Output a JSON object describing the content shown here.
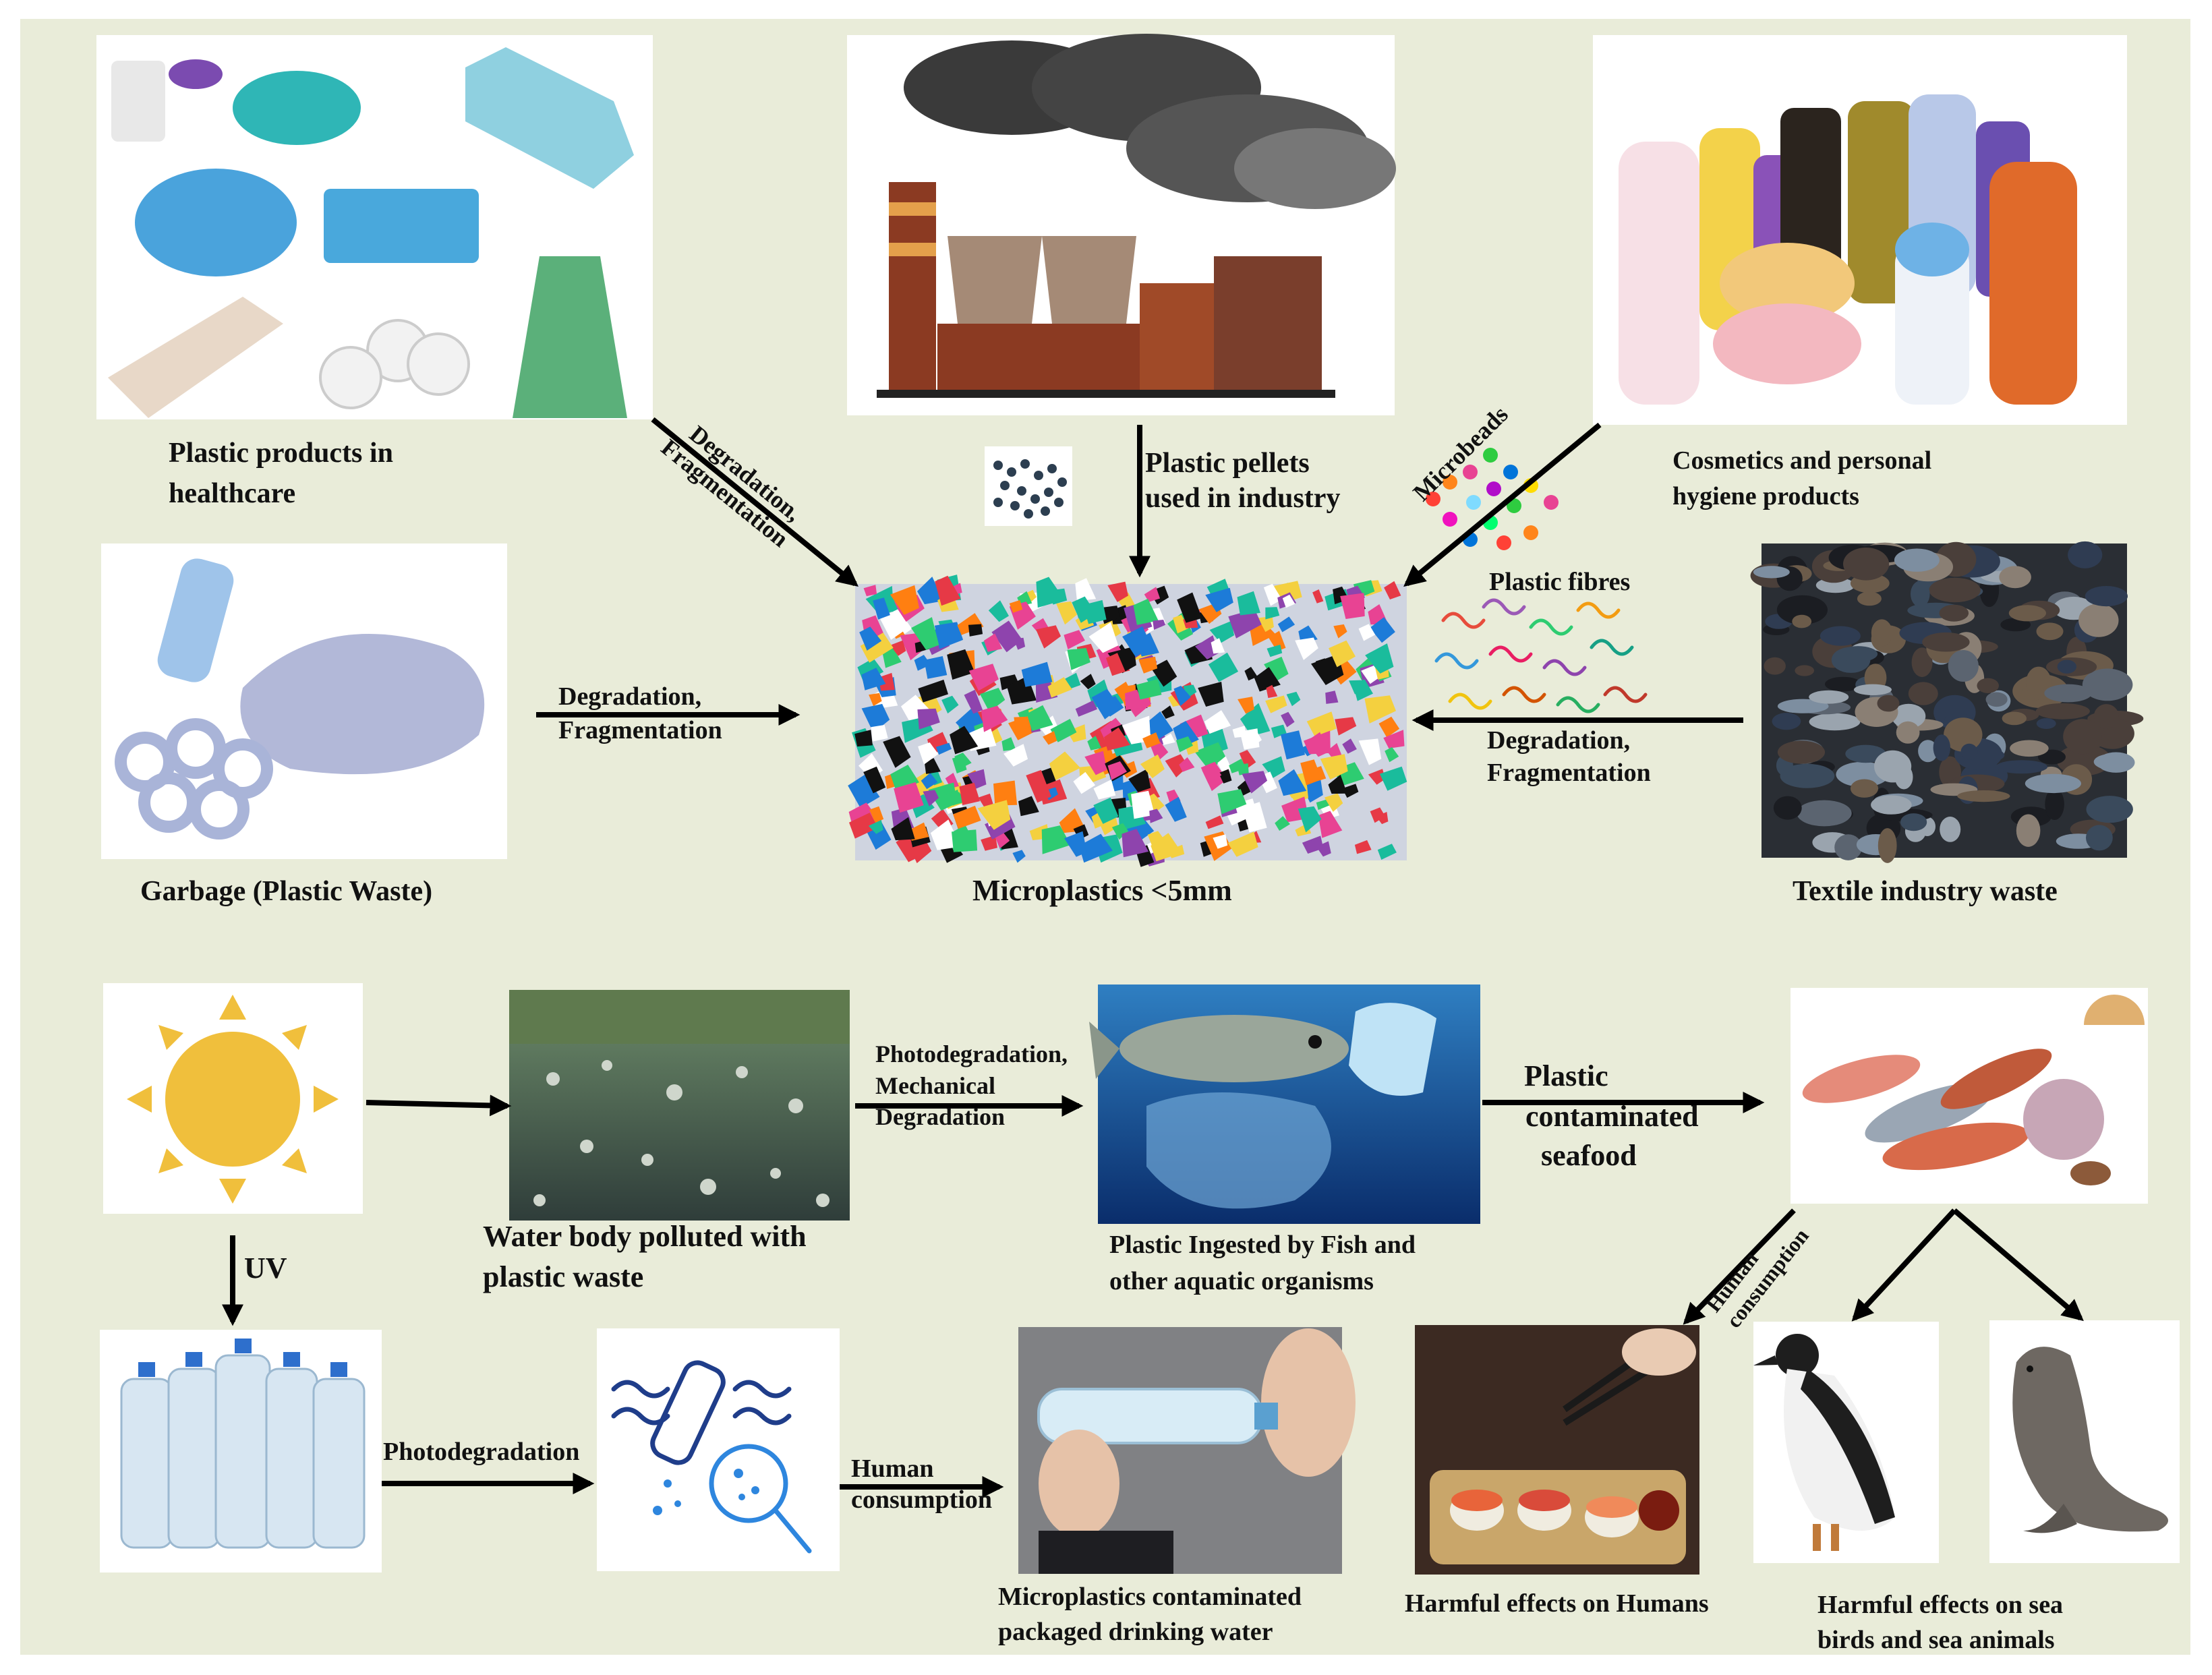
{
  "colors": {
    "background": "#e9ecd9",
    "arrow": "#000000",
    "text": "#111111",
    "sun": "#f0bf3c"
  },
  "nodes": {
    "healthcare": {
      "label_lines": [
        "Plastic products in",
        "healthcare"
      ],
      "icon": "healthcare-plastics-icon"
    },
    "industry": {
      "icon": "factory-icon"
    },
    "pellets": {
      "label_lines": [
        "Plastic pellets",
        "used in industry"
      ],
      "icon": "pellets-icon"
    },
    "cosmetics": {
      "label_lines": [
        "Cosmetics and  personal",
        "hygiene products"
      ],
      "icon": "cosmetic-bottles-icon"
    },
    "garbage": {
      "label": "Garbage (Plastic Waste)",
      "icon": "plastic-waste-icon"
    },
    "microplastics": {
      "label": "Microplastics <5mm",
      "icon": "microplastic-fragments-icon"
    },
    "textile": {
      "label": "Textile industry waste",
      "icon": "textile-waste-icon"
    },
    "fibres": {
      "label": "Plastic fibres",
      "icon": "fibres-icon"
    },
    "microbeads": {
      "label": "Microbeads",
      "icon": "microbeads-icon"
    },
    "sun": {
      "icon": "sun-icon"
    },
    "water_body": {
      "label_lines": [
        "Water body polluted with",
        "plastic waste"
      ],
      "icon": "polluted-water-icon"
    },
    "fish": {
      "label_lines": [
        "Plastic Ingested  by Fish and",
        "other  aquatic  organisms"
      ],
      "icon": "fish-plastic-icon"
    },
    "seafood": {
      "icon": "seafood-icon"
    },
    "bottles": {
      "icon": "water-bottles-icon"
    },
    "photodeg_icon": {
      "icon": "bottle-degradation-icon"
    },
    "drinking": {
      "label_lines": [
        "Microplastics  contaminated",
        "packaged  drinking water"
      ],
      "icon": "person-drinking-icon"
    },
    "humans": {
      "label": "Harmful  effects on Humans",
      "icon": "sushi-chopsticks-icon"
    },
    "seabird": {
      "icon": "seabird-icon"
    },
    "seal": {
      "icon": "seal-icon"
    },
    "sea_animals": {
      "label_lines": [
        "Harmful  effects on sea",
        "birds and sea animals"
      ]
    }
  },
  "edges": {
    "healthcare_to_micro": [
      "Degradation,",
      "Fragmentation"
    ],
    "garbage_to_micro": [
      "Degradation,",
      "Fragmentation"
    ],
    "textile_to_micro": [
      "Degradation,",
      "Fragmentation"
    ],
    "sun_to_bottles": "UV",
    "water_to_fish": [
      "Photodegradation,",
      "Mechanical",
      "Degradation"
    ],
    "fish_to_seafood": [
      "Plastic",
      "contaminated",
      "seafood"
    ],
    "bottles_to_photo": "Photodegradation",
    "photo_to_drinking": [
      "Human",
      "consumption"
    ],
    "seafood_to_humans": [
      "Human",
      "consumption"
    ]
  }
}
